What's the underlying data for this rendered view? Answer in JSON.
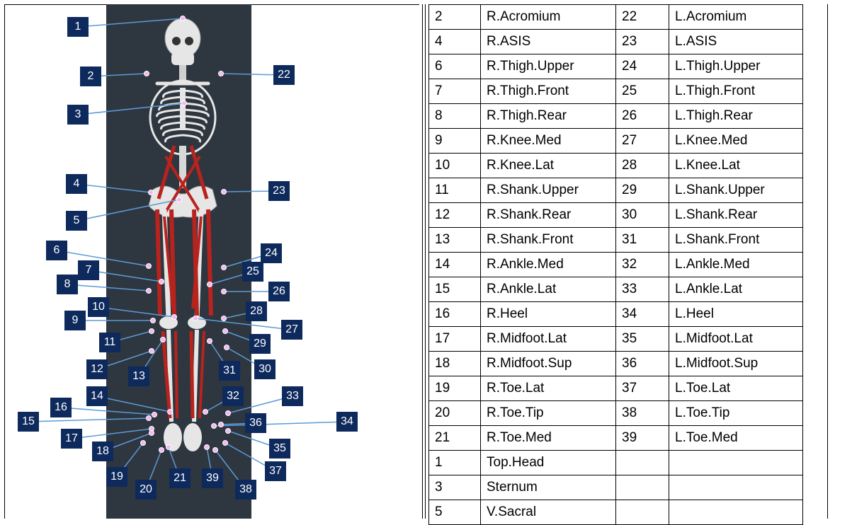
{
  "figure": {
    "tags": [
      "1",
      "2",
      "3",
      "4",
      "5",
      "6",
      "7",
      "8",
      "9",
      "10",
      "11",
      "12",
      "13",
      "14",
      "15",
      "16",
      "17",
      "18",
      "19",
      "20",
      "21",
      "22",
      "23",
      "24",
      "25",
      "26",
      "27",
      "28",
      "29",
      "30",
      "31",
      "32",
      "33",
      "34",
      "35",
      "36",
      "37",
      "38",
      "39"
    ]
  },
  "table": {
    "rows": [
      [
        "2",
        "R.Acromium",
        "22",
        "L.Acromium"
      ],
      [
        "4",
        "R.ASIS",
        "23",
        "L.ASIS"
      ],
      [
        "6",
        "R.Thigh.Upper",
        "24",
        "L.Thigh.Upper"
      ],
      [
        "7",
        "R.Thigh.Front",
        "25",
        "L.Thigh.Front"
      ],
      [
        "8",
        "R.Thigh.Rear",
        "26",
        "L.Thigh.Rear"
      ],
      [
        "9",
        "R.Knee.Med",
        "27",
        "L.Knee.Med"
      ],
      [
        "10",
        "R.Knee.Lat",
        "28",
        "L.Knee.Lat"
      ],
      [
        "11",
        "R.Shank.Upper",
        "29",
        "L.Shank.Upper"
      ],
      [
        "12",
        "R.Shank.Rear",
        "30",
        "L.Shank.Rear"
      ],
      [
        "13",
        "R.Shank.Front",
        "31",
        "L.Shank.Front"
      ],
      [
        "14",
        "R.Ankle.Med",
        "32",
        "L.Ankle.Med"
      ],
      [
        "15",
        "R.Ankle.Lat",
        "33",
        "L.Ankle.Lat"
      ],
      [
        "16",
        "R.Heel",
        "34",
        "L.Heel"
      ],
      [
        "17",
        "R.Midfoot.Lat",
        "35",
        "L.Midfoot.Lat"
      ],
      [
        "18",
        "R.Midfoot.Sup",
        "36",
        "L.Midfoot.Sup"
      ],
      [
        "19",
        "R.Toe.Lat",
        "37",
        "L.Toe.Lat"
      ],
      [
        "20",
        "R.Toe.Tip",
        "38",
        "L.Toe.Tip"
      ],
      [
        "21",
        "R.Toe.Med",
        "39",
        "L.Toe.Med"
      ],
      [
        "1",
        "Top.Head",
        "",
        ""
      ],
      [
        "3",
        "Sternum",
        "",
        ""
      ],
      [
        "5",
        "V.Sacral",
        "",
        ""
      ]
    ]
  },
  "colors": {
    "tag_bg": "#0e2a5c",
    "backdrop": "#2e3640",
    "muscle": "#b8231d",
    "bone": "#e6e6e6",
    "marker": "#f4b8f0",
    "leader": "#5b9bd5"
  }
}
